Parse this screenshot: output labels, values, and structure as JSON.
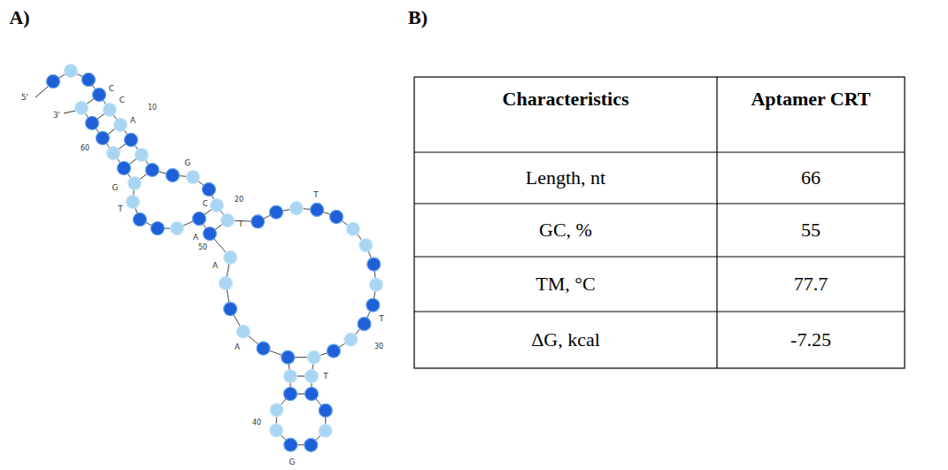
{
  "diagram": {
    "labels": [
      "A)",
      "B)",
      "5'",
      "C",
      "3'",
      "C",
      "A",
      "10",
      "60",
      "G",
      "T",
      "G",
      "C",
      "20",
      "T",
      "A",
      "T",
      "50",
      "A",
      "T",
      "30",
      "A",
      "T",
      "40",
      "G",
      "Characteristics",
      "Aptamer CRT",
      "Length, nt",
      "66",
      "GC, %",
      "55",
      "TM, °C",
      "77.7",
      "ΔG, kcal",
      "-7.25"
    ]
  }
}
